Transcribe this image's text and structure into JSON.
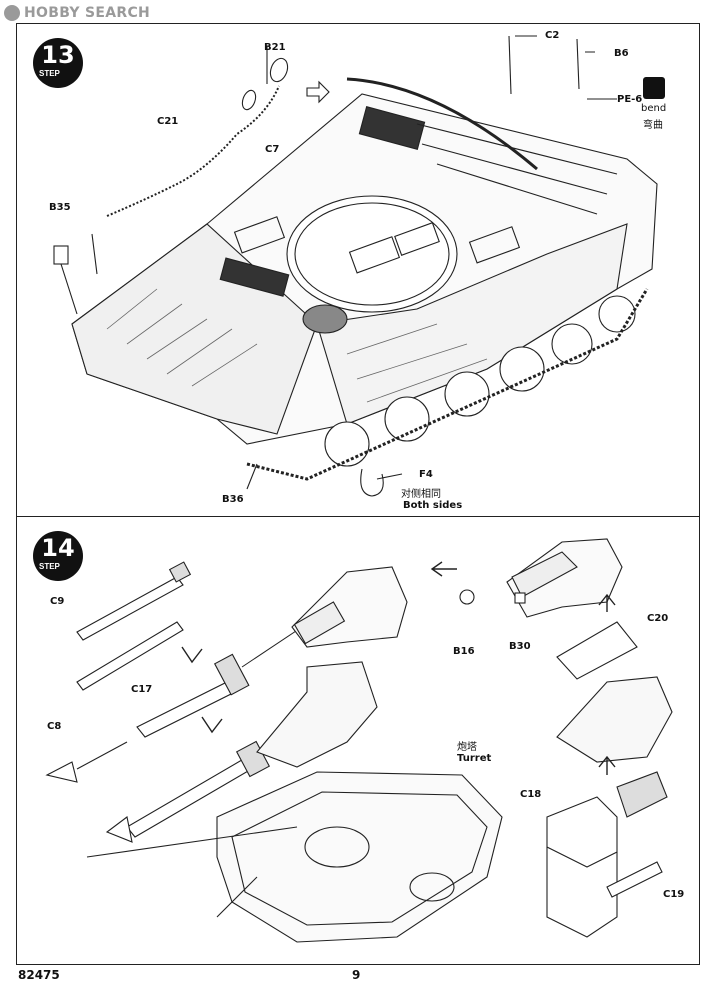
{
  "watermark": {
    "text": "HOBBY SEARCH"
  },
  "step13": {
    "badge_number": "13",
    "badge_label": "STEP",
    "parts": {
      "b21": "B21",
      "c2": "C2",
      "b6": "B6",
      "pe6": "PE-6",
      "c21": "C21",
      "c7": "C7",
      "b35": "B35",
      "b36": "B36",
      "f4": "F4"
    },
    "bend_en": "bend",
    "bend_cn": "弯曲",
    "both_sides_cn": "对侧相同",
    "both_sides_en": "Both sides"
  },
  "step14": {
    "badge_number": "14",
    "badge_label": "STEP",
    "parts": {
      "c9": "C9",
      "c17": "C17",
      "c8": "C8",
      "b16": "B16",
      "b30": "B30",
      "c20": "C20",
      "c18": "C18",
      "c19": "C19"
    },
    "turret_cn": "炮塔",
    "turret_en": "Turret"
  },
  "footer": {
    "code": "82475",
    "page": "9"
  }
}
